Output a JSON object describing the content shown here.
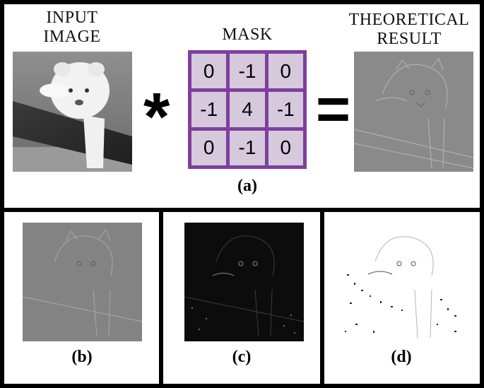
{
  "panel_a": {
    "input_title_line1": "INPUT",
    "input_title_line2": "IMAGE",
    "mask_title": "MASK",
    "result_title_line1": "THEORETICAL",
    "result_title_line2": "RESULT",
    "convolution_symbol": "*",
    "equals_symbol": "=",
    "label": "(a)",
    "mask_values": [
      "0",
      "-1",
      "0",
      "-1",
      "4",
      "-1",
      "0",
      "-1",
      "0"
    ]
  },
  "panel_b": {
    "label": "(b)"
  },
  "panel_c": {
    "label": "(c)"
  },
  "panel_d": {
    "label": "(d)"
  },
  "colors": {
    "mask_border": "#7f3f9e",
    "mask_cell": "#d6c9dc",
    "frame": "#000000"
  }
}
